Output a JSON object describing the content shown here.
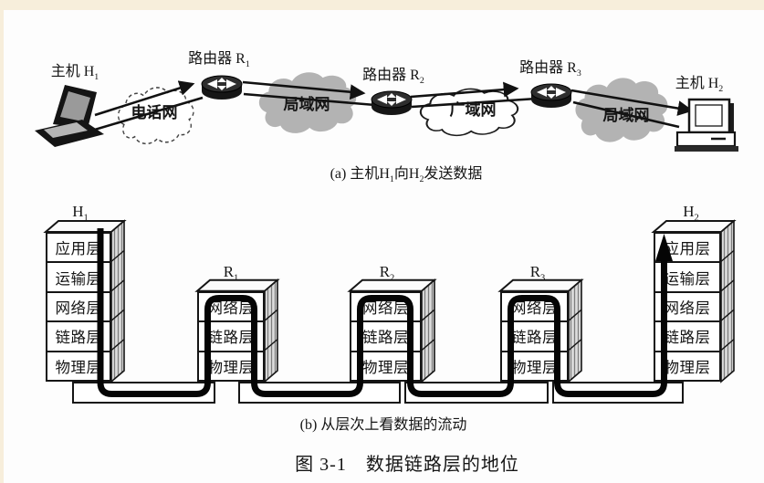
{
  "figure_caption": "图 3-1　数据链路层的地位",
  "colors": {
    "cloud_gray": "#b3b3b3",
    "edge_beige": "#f7eedb",
    "ink": "#151515"
  },
  "part_a": {
    "host1_label": {
      "text": "主机 H",
      "sub": "1"
    },
    "router1_label": {
      "text": "路由器 R",
      "sub": "1"
    },
    "router2_label": {
      "text": "路由器 R",
      "sub": "2"
    },
    "router3_label": {
      "text": "路由器 R",
      "sub": "3"
    },
    "host2_label": {
      "text": "主机 H",
      "sub": "2"
    },
    "clouds": {
      "phone": "电话网",
      "lan1": "局域网",
      "wan": "广域网",
      "lan2": "局域网"
    },
    "caption": {
      "p1": "(a) 主机H",
      "s1": "1",
      "p2": "向H",
      "s2": "2",
      "p3": "发送数据"
    }
  },
  "part_b": {
    "caption": "(b) 从层次上看数据的流动",
    "stacks": {
      "h1": {
        "label": {
          "text": "H",
          "sub": "1"
        },
        "layers": [
          "应用层",
          "运输层",
          "网络层",
          "链路层",
          "物理层"
        ]
      },
      "r1": {
        "label": {
          "text": "R",
          "sub": "1"
        },
        "layers": [
          "网络层",
          "链路层",
          "物理层"
        ]
      },
      "r2": {
        "label": {
          "text": "R",
          "sub": "2"
        },
        "layers": [
          "网络层",
          "链路层",
          "物理层"
        ]
      },
      "r3": {
        "label": {
          "text": "R",
          "sub": "3"
        },
        "layers": [
          "网络层",
          "链路层",
          "物理层"
        ]
      },
      "h2": {
        "label": {
          "text": "H",
          "sub": "2"
        },
        "layers": [
          "应用层",
          "运输层",
          "网络层",
          "链路层",
          "物理层"
        ]
      }
    }
  }
}
